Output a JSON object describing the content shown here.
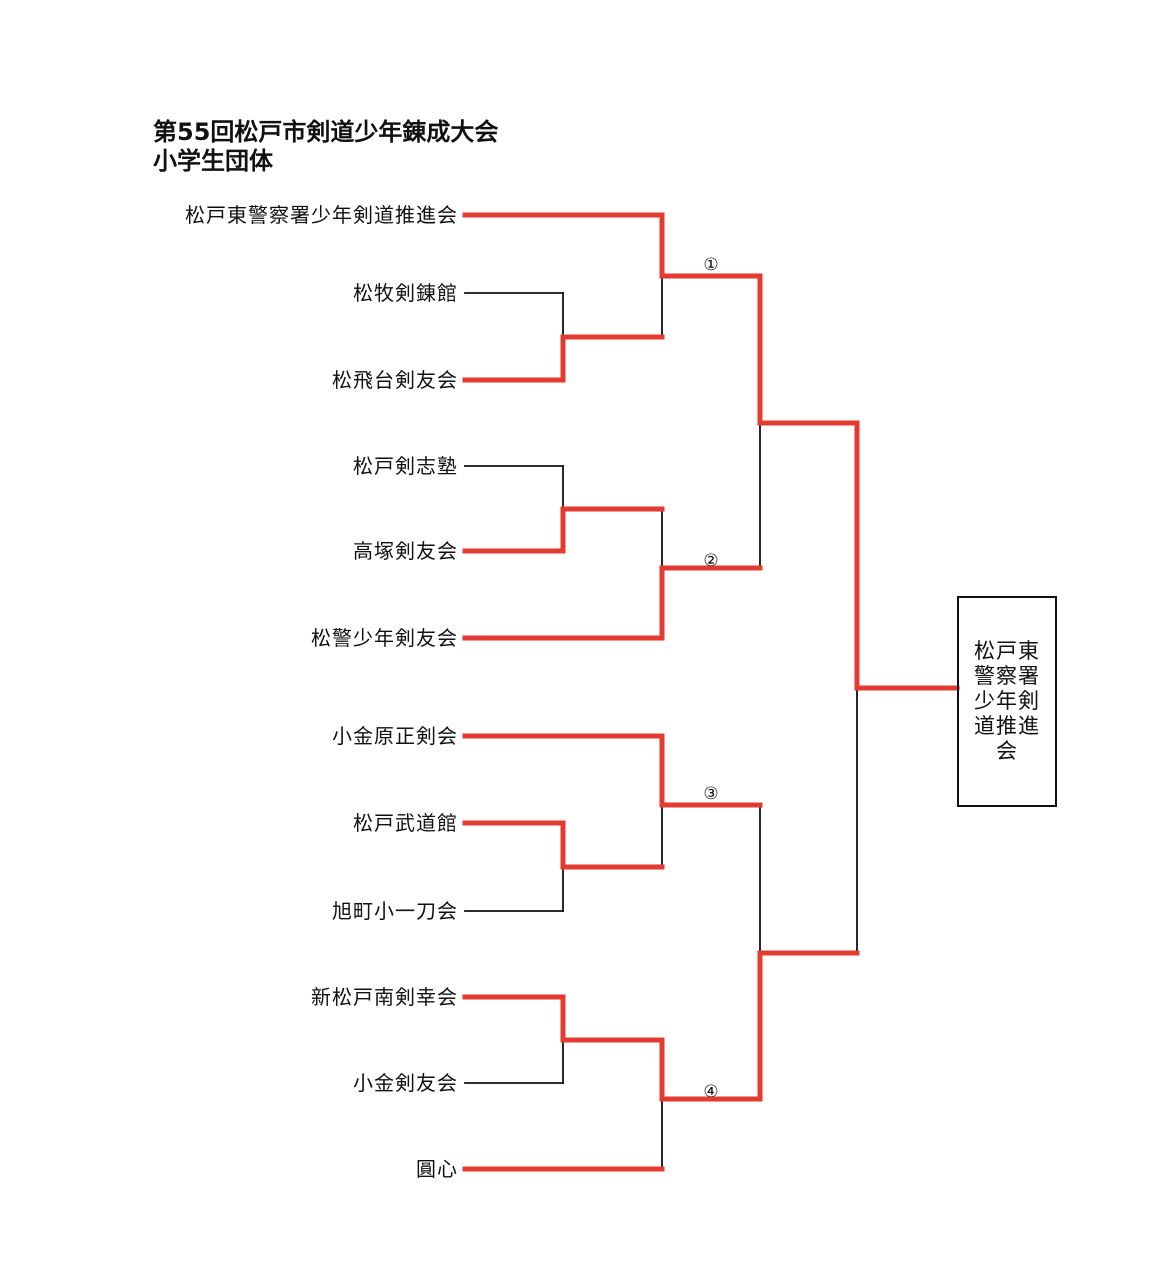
{
  "title": {
    "line1": "第55回松戸市剣道少年錬成大会",
    "line2": "小学生団体"
  },
  "teams": [
    "松戸東警察署少年剣道推進会",
    "松牧剣錬館",
    "松飛台剣友会",
    "松戸剣志塾",
    "高塚剣友会",
    "松警少年剣友会",
    "小金原正剣会",
    "松戸武道館",
    "旭町小一刀会",
    "新松戸南剣幸会",
    "小金剣友会",
    "圓心"
  ],
  "match_labels": [
    "①",
    "②",
    "③",
    "④"
  ],
  "winner": "松戸東警察署少年剣道推進会",
  "colors": {
    "winner_path": "#e53a2f",
    "line": "#111111"
  }
}
